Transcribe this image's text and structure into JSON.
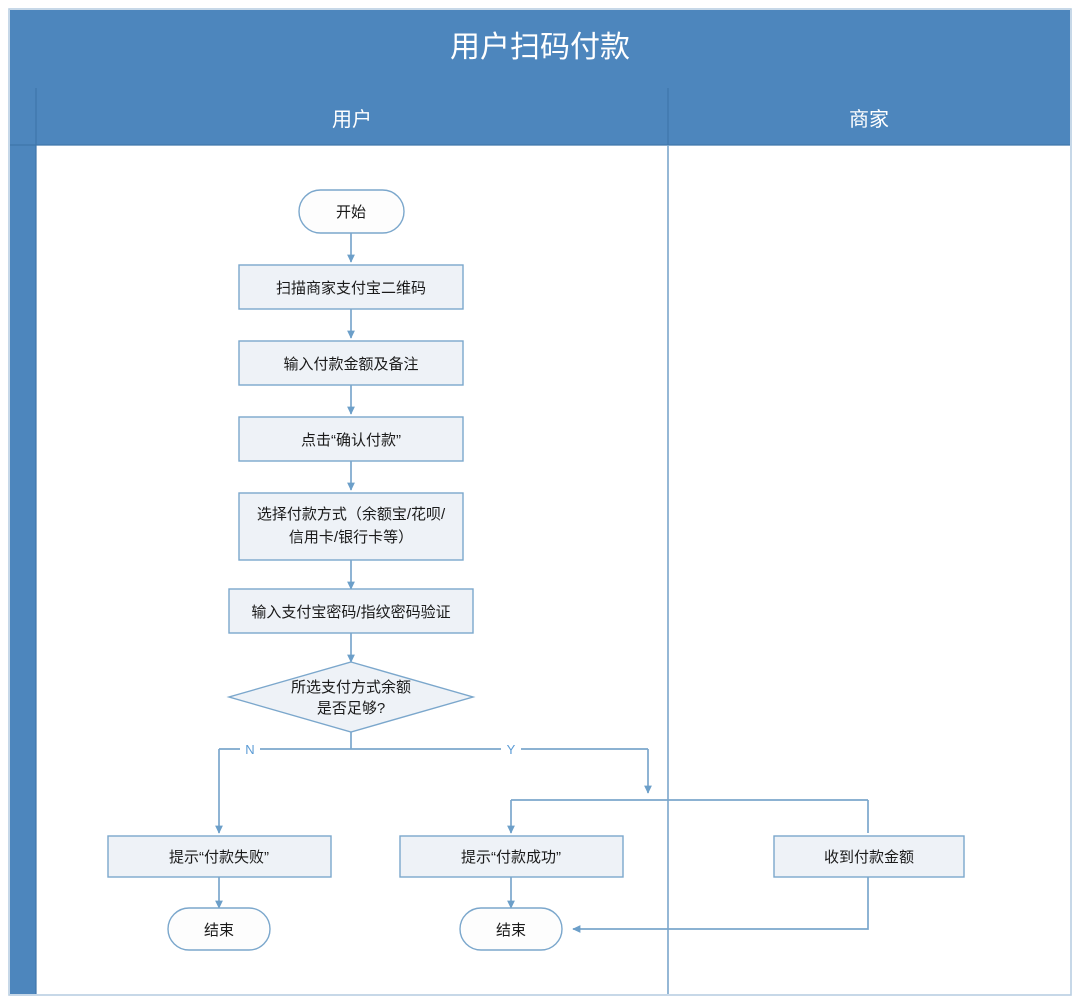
{
  "title": "用户扫码付款",
  "lanes": [
    {
      "id": "user",
      "label": "用户"
    },
    {
      "id": "merchant",
      "label": "商家"
    }
  ],
  "colors": {
    "band": "#4d86bd",
    "node_fill": "#eef2f7",
    "node_stroke": "#7ba7cc",
    "terminator_fill": "#fdfdfd",
    "connector": "#7ba7cc",
    "edge_label": "#5b9bd5",
    "title_text": "#ffffff",
    "node_text": "#1a1a1a",
    "frame": "#b9cfe2"
  },
  "nodes": {
    "start": {
      "label": "开始",
      "type": "terminator"
    },
    "scan": {
      "label": "扫描商家支付宝二维码",
      "type": "process"
    },
    "amount": {
      "label": "输入付款金额及备注",
      "type": "process"
    },
    "confirm": {
      "label": "点击“确认付款”",
      "type": "process"
    },
    "method_l1": {
      "label": "选择付款方式（余额宝/花呗/",
      "type": "process"
    },
    "method_l2": {
      "label": "信用卡/银行卡等）",
      "type": "process"
    },
    "verify": {
      "label": "输入支付宝密码/指纹密码验证",
      "type": "process"
    },
    "decision_l1": {
      "label": "所选支付方式余额",
      "type": "decision"
    },
    "decision_l2": {
      "label": "是否足够?",
      "type": "decision"
    },
    "fail": {
      "label": "提示“付款失败”",
      "type": "process"
    },
    "success": {
      "label": "提示“付款成功”",
      "type": "process"
    },
    "receive": {
      "label": "收到付款金额",
      "type": "process"
    },
    "end_fail": {
      "label": "结束",
      "type": "terminator"
    },
    "end_success": {
      "label": "结束",
      "type": "terminator"
    }
  },
  "edge_labels": {
    "no": "N",
    "yes": "Y"
  }
}
